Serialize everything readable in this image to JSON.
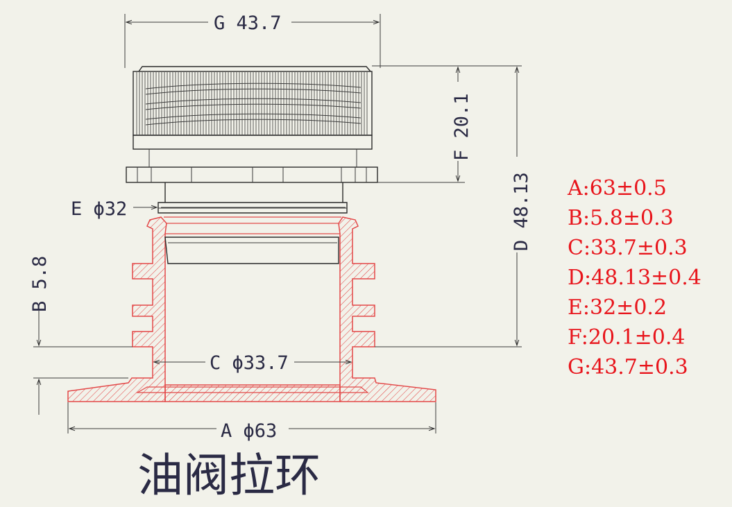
{
  "title": "油阀拉环",
  "dimensions": {
    "G": "G 43.7",
    "F": "F 20.1",
    "D": "D 48.13",
    "E": "E ϕ32",
    "B": "B 5.8",
    "C": "C ϕ33.7",
    "A": "A ϕ63"
  },
  "specs": [
    "A:63±0.5",
    "B:5.8±0.3",
    "C:33.7±0.3",
    "D:48.13±0.4",
    "E:32±0.2",
    "F:20.1±0.4",
    "G:43.7±0.3"
  ],
  "colors": {
    "background": "#f2f2ea",
    "section": "#e34848",
    "spec_text": "#e8141b",
    "line": "#2a2a2a"
  }
}
